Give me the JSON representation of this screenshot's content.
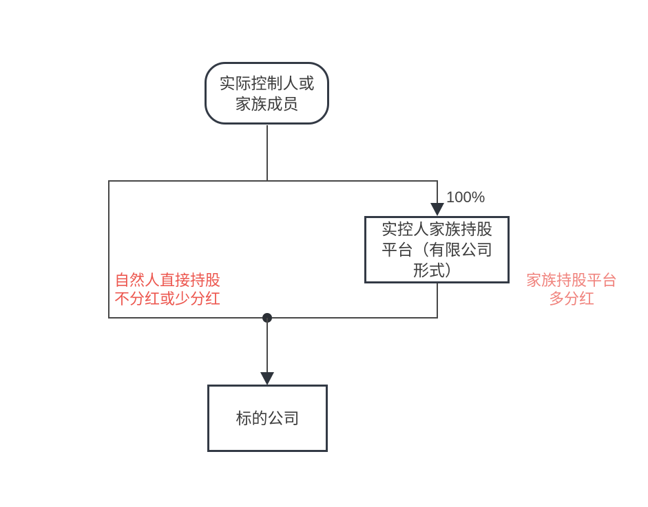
{
  "page": {
    "background": "#ffffff"
  },
  "nodes": {
    "controller": {
      "lines": [
        "实际控制人或",
        "家族成员"
      ]
    },
    "platform": {
      "lines": [
        "实控人家族持股",
        "平台（有限公司",
        "形式）"
      ]
    },
    "target": {
      "label": "标的公司"
    }
  },
  "edges": {
    "ownership_label": "100%"
  },
  "annotations": {
    "left": {
      "lines": [
        "自然人直接持股",
        "不分红或少分红"
      ],
      "color": "#ec564e"
    },
    "right": {
      "lines": [
        "家族持股平台",
        "多分红"
      ],
      "color": "#f0837d"
    }
  },
  "colors": {
    "node_border": "#333a45",
    "connector_line": "#474747",
    "arrowhead": "#2e343c",
    "junction_dot": "#2b2f35",
    "node_text": "#3c3c3c"
  }
}
